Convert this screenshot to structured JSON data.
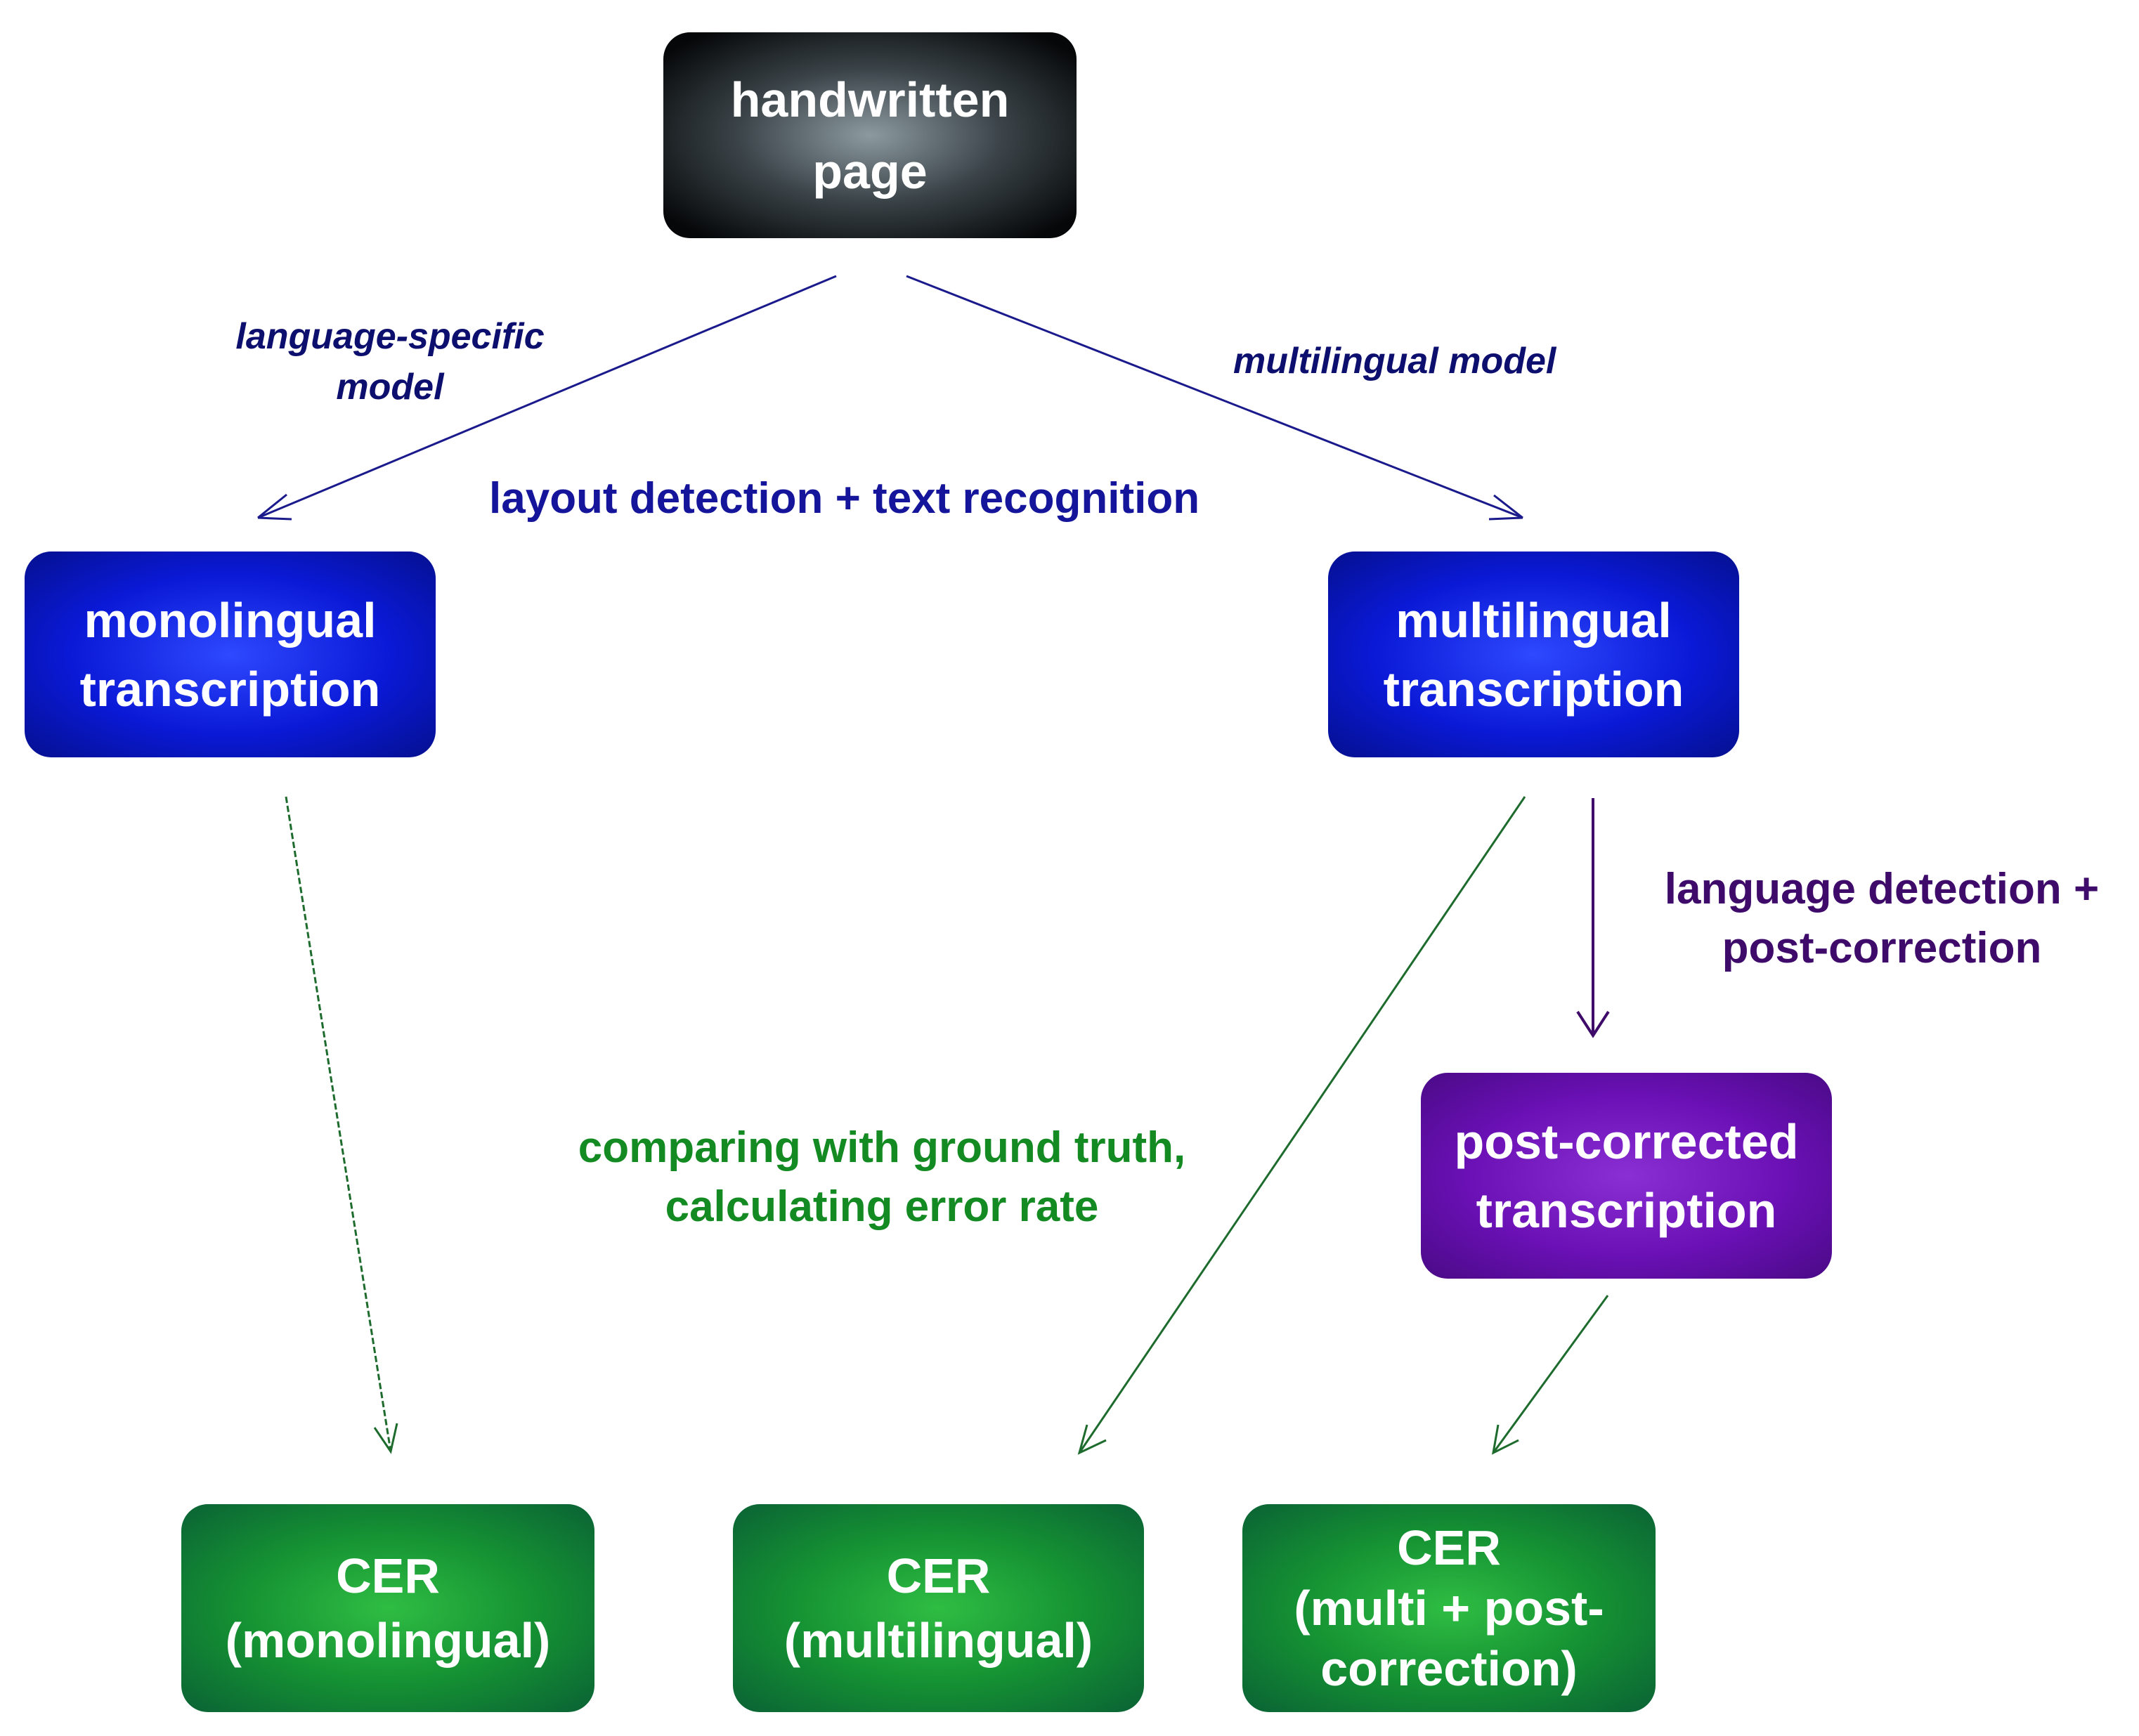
{
  "nodes": {
    "handwritten_page": [
      "handwritten",
      "page"
    ],
    "monolingual_transcription": [
      "monolingual",
      "transcription"
    ],
    "multilingual_transcription": [
      "multilingual",
      "transcription"
    ],
    "post_corrected_transcription": [
      "post-corrected",
      "transcription"
    ],
    "cer_monolingual": [
      "CER",
      "(monolingual)"
    ],
    "cer_multilingual": [
      "CER",
      "(multilingual)"
    ],
    "cer_multi_post_correction": [
      "CER",
      "(multi + post-",
      "correction)"
    ]
  },
  "edge_labels": {
    "language_specific_model": [
      "language-specific",
      "model"
    ],
    "multilingual_model": "multilingual model",
    "layout_detection": "layout detection + text recognition",
    "language_detection": [
      "language detection +",
      "post-correction"
    ],
    "comparing_ground_truth": [
      "comparing with ground truth,",
      "calculating error rate"
    ]
  },
  "colors": {
    "blue_arrow": "#1a1a8c",
    "purple_arrow": "#3f0b6b",
    "green_arrow": "#1e6b2e"
  }
}
